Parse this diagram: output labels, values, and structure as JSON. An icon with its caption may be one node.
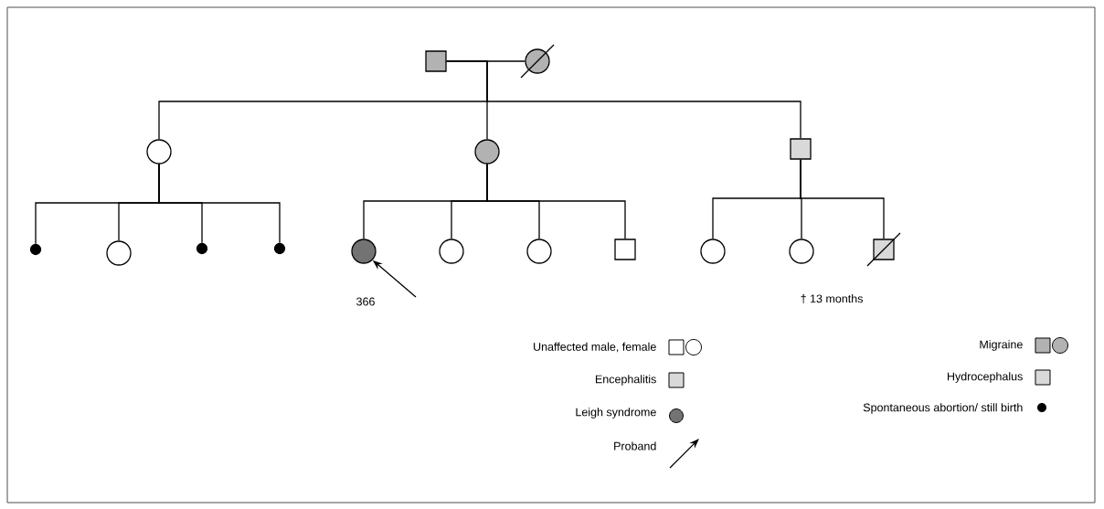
{
  "diagram": {
    "nodes": [
      {
        "text": [],
        "shape": "box"
      },
      {
        "text": [],
        "shape": "circle"
      },
      {
        "text": [],
        "shape": "circle"
      },
      {
        "text": [],
        "shape": "circle"
      },
      {
        "text": [],
        "shape": "box"
      },
      {
        "text": [],
        "shape": "dot"
      },
      {
        "text": [],
        "shape": "circle"
      },
      {
        "text": [],
        "shape": "dot"
      },
      {
        "text": [],
        "shape": "dot"
      },
      {
        "text": [],
        "shape": "circle",
        "beside": [
          "366"
        ]
      },
      {
        "text": [],
        "shape": "circle"
      },
      {
        "text": [],
        "shape": "circle"
      },
      {
        "text": [],
        "shape": "box"
      },
      {
        "text": [],
        "shape": "circle"
      },
      {
        "text": [],
        "shape": "circle"
      },
      {
        "text": [],
        "shape": "box",
        "beside": [
          "† 13 months"
        ]
      }
    ],
    "edges": [
      {
        "from": 0,
        "to": 1,
        "arrow": "none"
      },
      {
        "from": 0,
        "to": 2,
        "arrow": "none"
      },
      {
        "from": 0,
        "to": 3,
        "arrow": "none"
      },
      {
        "from": 0,
        "to": 4,
        "arrow": "none"
      },
      {
        "from": 2,
        "to": 5,
        "arrow": "none"
      },
      {
        "from": 2,
        "to": 6,
        "arrow": "none"
      },
      {
        "from": 2,
        "to": 7,
        "arrow": "none"
      },
      {
        "from": 2,
        "to": 8,
        "arrow": "none"
      },
      {
        "from": 3,
        "to": 9,
        "arrow": "none"
      },
      {
        "from": 3,
        "to": 10,
        "arrow": "none"
      },
      {
        "from": 3,
        "to": 11,
        "arrow": "none"
      },
      {
        "from": 3,
        "to": 12,
        "arrow": "none"
      },
      {
        "from": 4,
        "to": 13,
        "arrow": "none"
      },
      {
        "from": 4,
        "to": 14,
        "arrow": "none"
      },
      {
        "from": 4,
        "to": 15,
        "arrow": "none"
      },
      {
        "from": null,
        "to": 9,
        "arrow": "to"
      }
    ],
    "legend": [
      {
        "text": "Unaffected male, female"
      },
      {
        "text": "Encephalitis"
      },
      {
        "text": "Leigh syndrome"
      },
      {
        "text": "Proband"
      },
      {
        "text": "Migraine"
      },
      {
        "text": "Hydrocephalus"
      },
      {
        "text": "Spontaneous abortion/ still birth"
      }
    ]
  }
}
